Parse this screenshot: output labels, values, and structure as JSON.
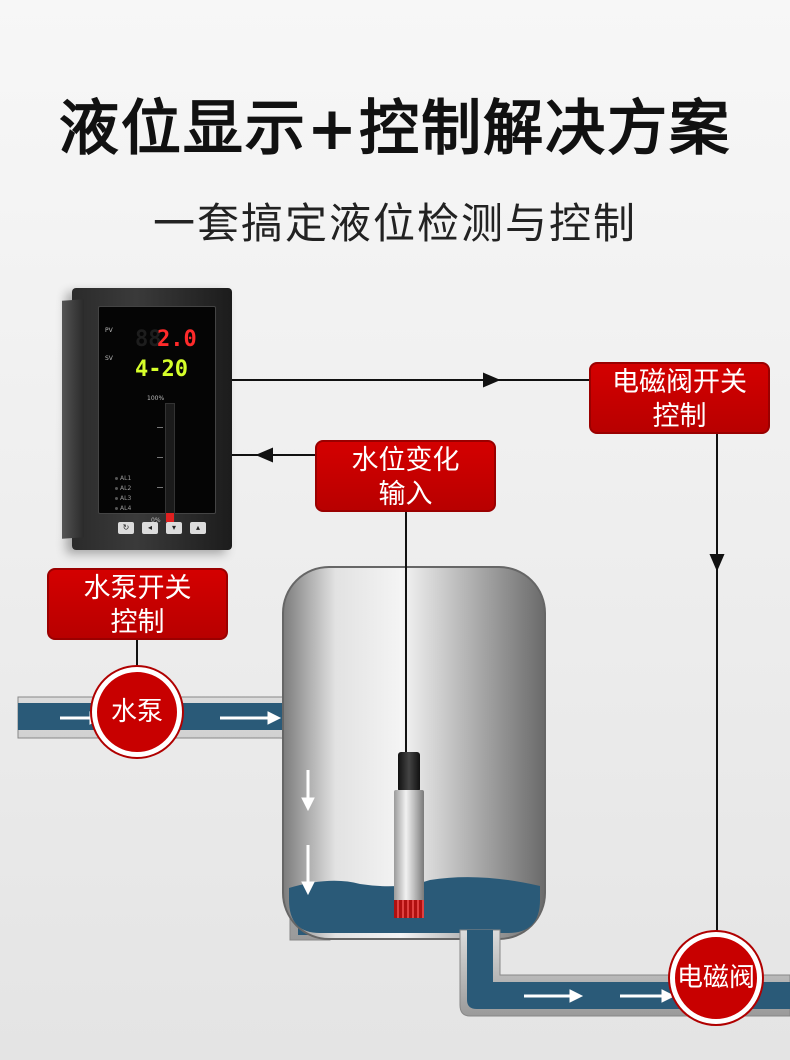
{
  "title": "液位显示+控制解决方案",
  "subtitle": "一套搞定液位检测与控制",
  "device": {
    "pv_label": "PV",
    "sv_label": "SV",
    "pv_ghost": "88",
    "pv_value": "2.0",
    "sv_value": "4-20",
    "bar_top_label": "100%",
    "bar_bottom_label": "0%",
    "bar_level": 0.08,
    "alarms": [
      "AL1",
      "AL2",
      "AL3",
      "AL4"
    ],
    "buttons": [
      "↻",
      "◂",
      "▾",
      "▴"
    ]
  },
  "labels": {
    "water_level": [
      "水位变化",
      "输入"
    ],
    "valve_switch": [
      "电磁阀开关",
      "控制"
    ],
    "pump_switch": [
      "水泵开关",
      "控制"
    ]
  },
  "circles": {
    "pump": "水泵",
    "valve": "电磁阀"
  },
  "colors": {
    "accent_red": "#c80000",
    "water": "#2a5a78",
    "pipe": "#b8b8b8"
  }
}
